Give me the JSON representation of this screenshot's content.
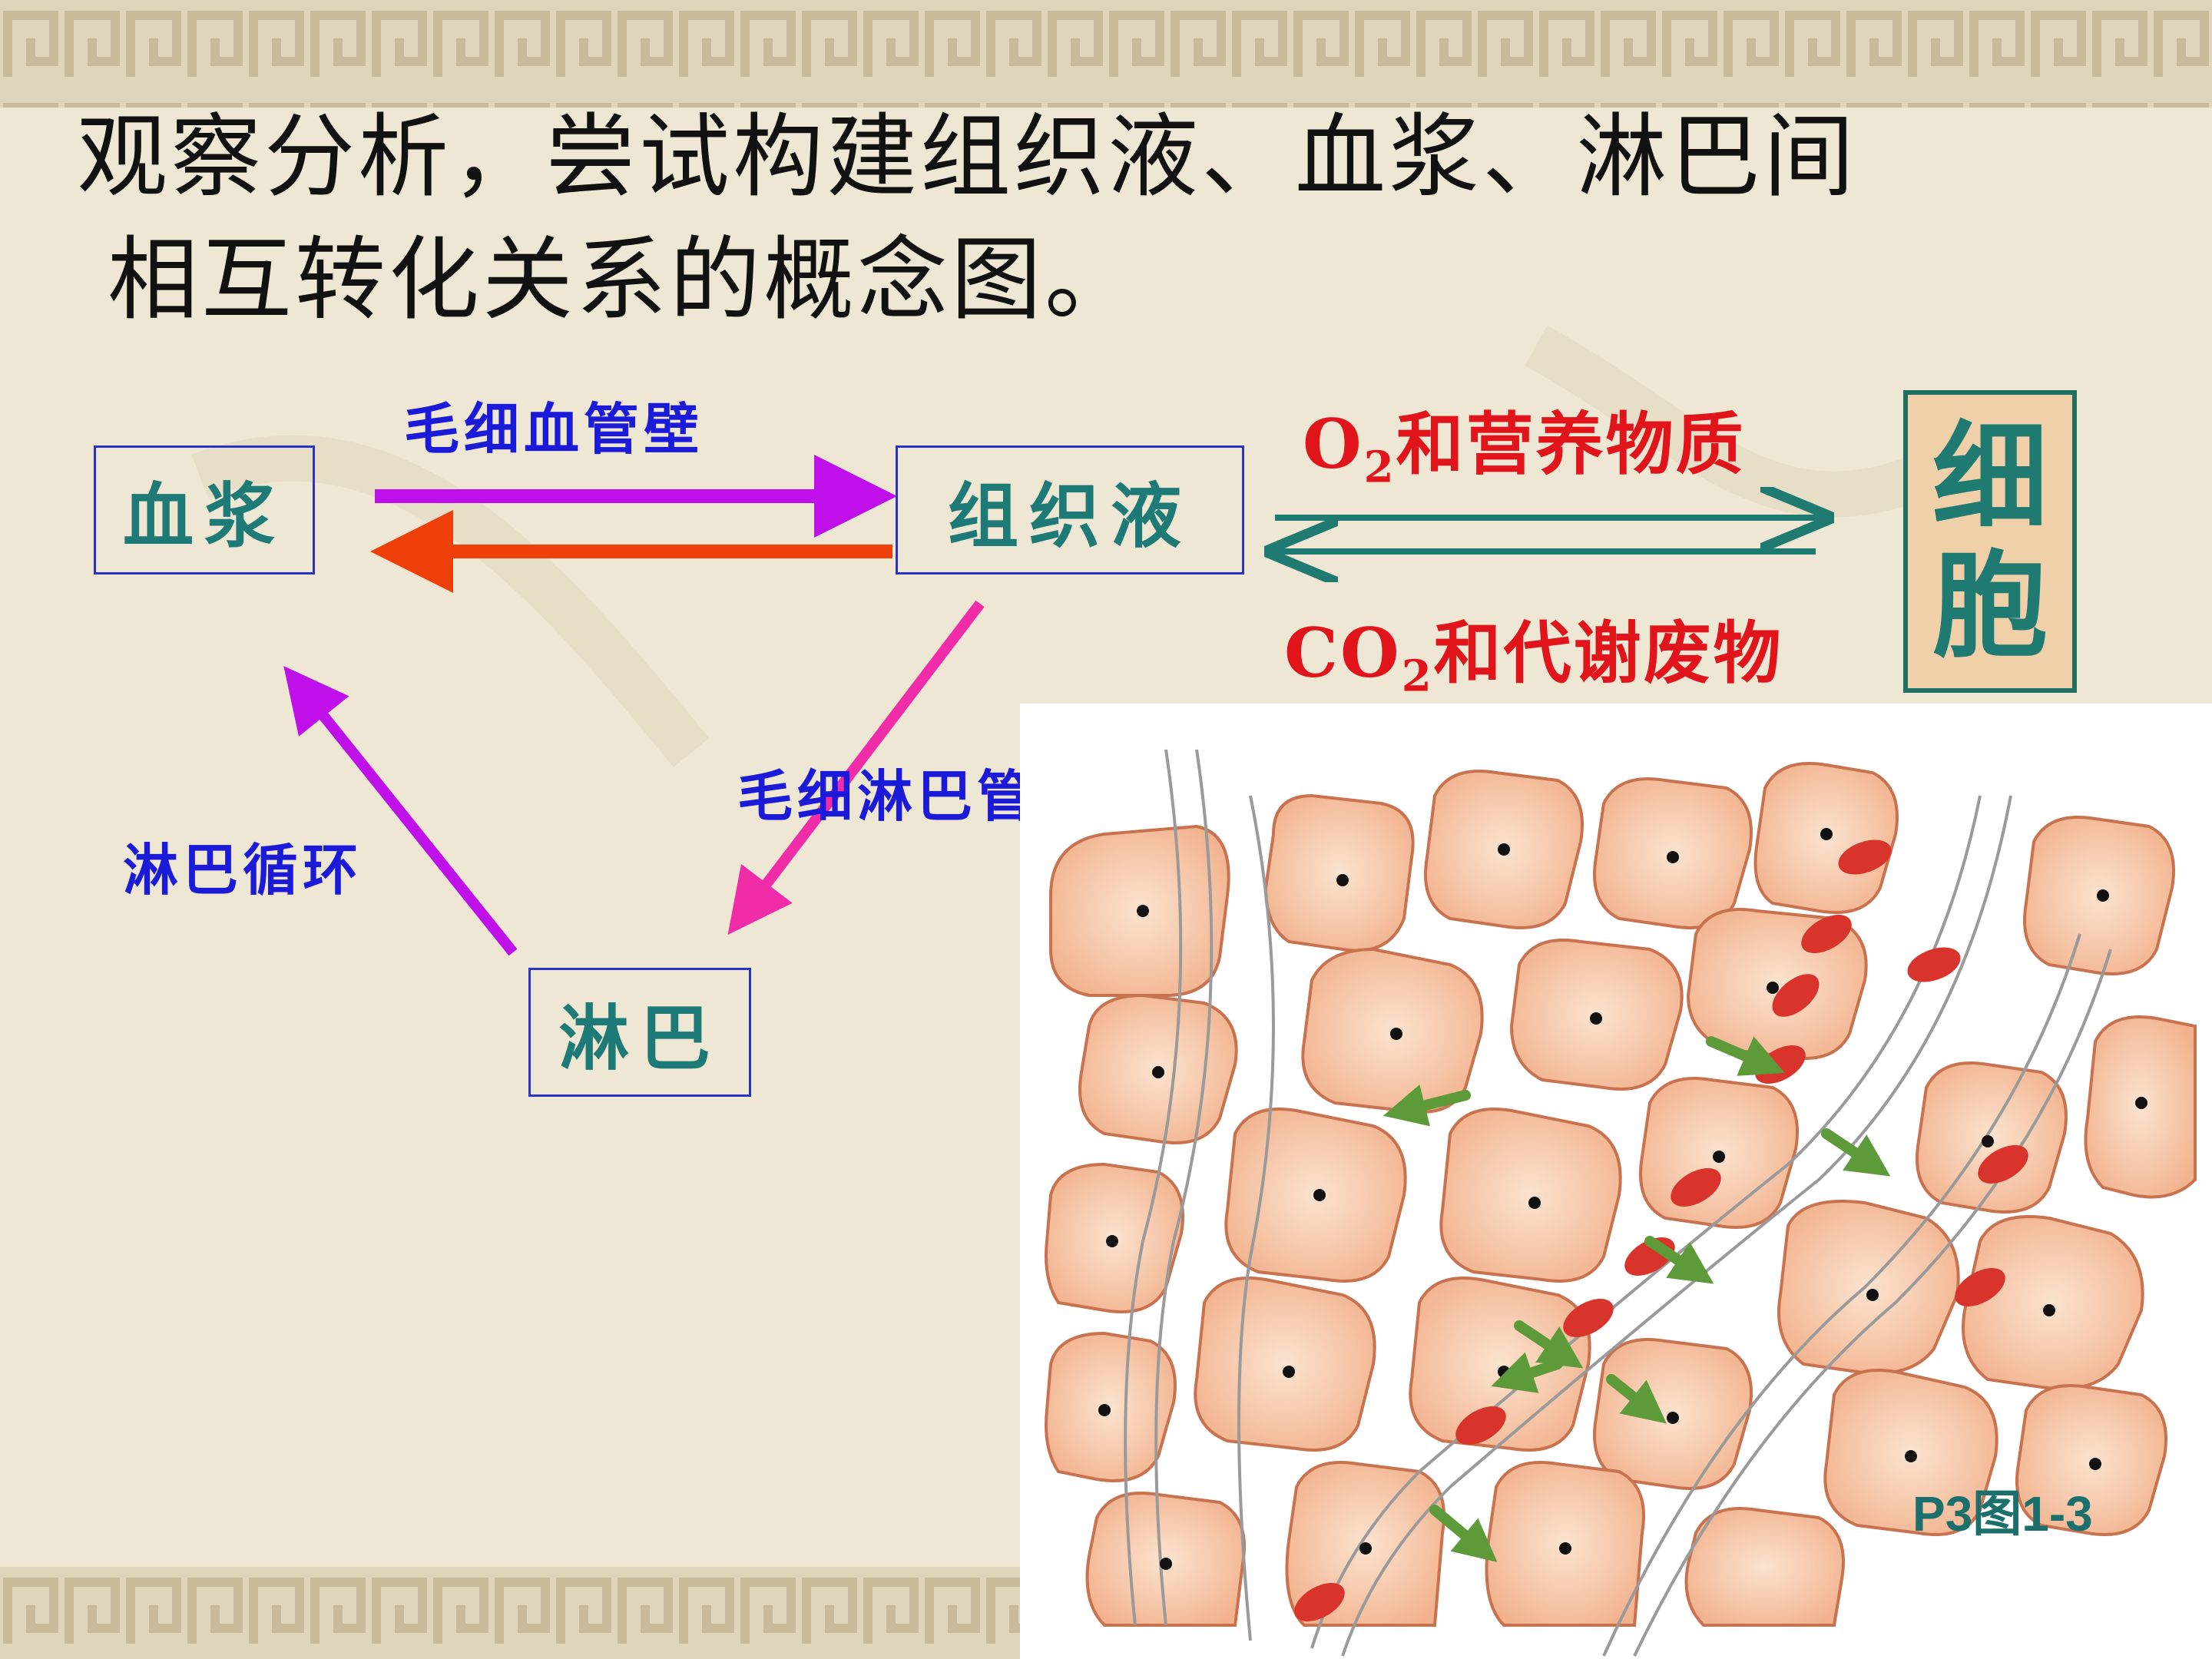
{
  "title": {
    "line1": "观察分析，尝试构建组织液、血浆、淋巴间",
    "line2": "相互转化关系的概念图。"
  },
  "nodes": {
    "plasma": "血浆",
    "tissue_fluid": "组织液",
    "lymph": "淋巴",
    "cell_char1": "细",
    "cell_char2": "胞"
  },
  "edges": {
    "capillary_wall": "毛细血管壁",
    "lymph_capillary_wall": "毛细淋巴管壁",
    "lymph_circulation": "淋巴循环",
    "o2_prefix": "O",
    "o2_sub": "2",
    "o2_suffix": "和营养物质",
    "co2_prefix": "CO",
    "co2_sub": "2",
    "co2_suffix": "和代谢废物"
  },
  "figure": {
    "caption": "P3图1-3"
  },
  "colors": {
    "node_text": "#1d7a76",
    "node_border": "#2a33c8",
    "edge_label": "#1a1ad8",
    "arrow_plasma_to_tissue": "#c010ea",
    "arrow_tissue_to_plasma": "#f0400a",
    "arrow_tissue_to_lymph": "#f02ca8",
    "arrow_lymph_to_plasma": "#c010ea",
    "arrow_exchange": "#1f7a72",
    "exchange_label": "#e0141a"
  }
}
